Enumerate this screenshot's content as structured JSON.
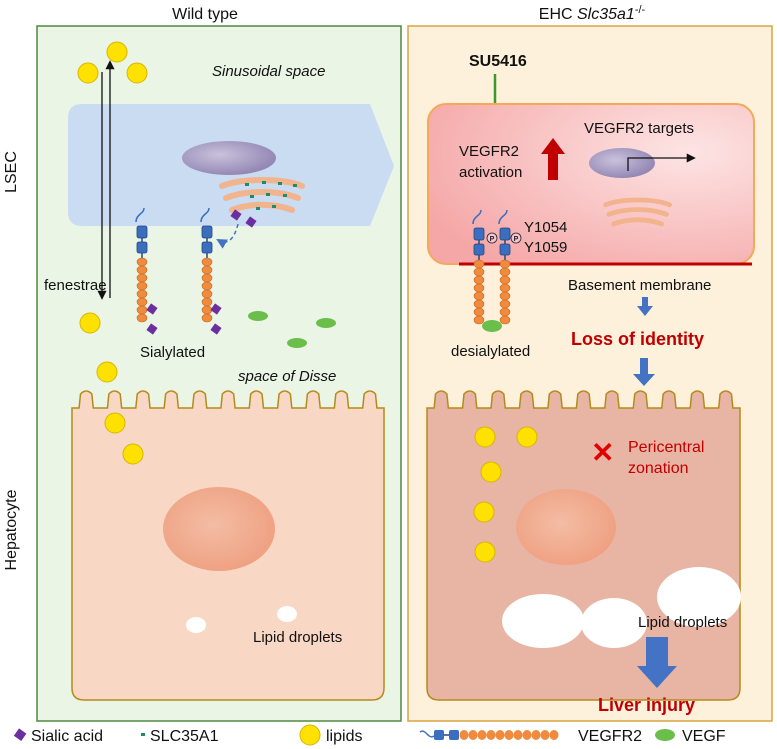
{
  "panels": {
    "left_title": "Wild type",
    "right_title_prefix": "EHC ",
    "right_title_gene": "Slc35a1",
    "right_title_sup": "-/-"
  },
  "side_labels": {
    "lsec": "LSEC",
    "hepatocyte": "Hepatocyte"
  },
  "left": {
    "sinusoidal_space": "Sinusoidal space",
    "fenestrae": "fenestrae",
    "sialylated": "Sialylated",
    "space_of_disse": "space of Disse",
    "lipid_droplets": "Lipid droplets"
  },
  "right": {
    "inhibitor": "SU5416",
    "vegfr2_targets": "VEGFR2 targets",
    "vegfr2_activation_line1": "VEGFR2",
    "vegfr2_activation_line2": "activation",
    "phospho_site_1": "Y1054",
    "phospho_site_2": "Y1059",
    "phospho_mark": "P",
    "basement_membrane": "Basement membrane",
    "desialylated": "desialylated",
    "loss_of_identity": "Loss of identity",
    "pericentral_line1": "Pericentral",
    "pericentral_line2": "zonation",
    "lipid_droplets": "Lipid droplets",
    "liver_injury": "Liver injury"
  },
  "legend": {
    "sialic_acid": "Sialic acid",
    "slc35a1": "SLC35A1",
    "lipids": "lipids",
    "vegfr2": "VEGFR2",
    "vegf": "VEGF"
  },
  "colors": {
    "left_panel_bg": "#eaf5e6",
    "left_panel_border": "#4f8a3f",
    "right_panel_bg": "#fdf1dc",
    "right_panel_border": "#d8a442",
    "lsec_wt": "#c9dcf2",
    "lsec_ko": "#f7b3b3",
    "hepatocyte_wt": "#f8d8c4",
    "hepatocyte_ko": "#e8b4a4",
    "membrane": "#b58a1c",
    "lipid": "#ffe100",
    "sialic_acid": "#6b2fa0",
    "slc35a1": "#1e8a6e",
    "vegf": "#6abf4b",
    "receptor_blue": "#3c6ec0",
    "receptor_orange": "#f08a3c",
    "alert_red": "#c00000",
    "arrow_blue": "#4472c4",
    "inhibitor_green": "#3a9a2a"
  }
}
